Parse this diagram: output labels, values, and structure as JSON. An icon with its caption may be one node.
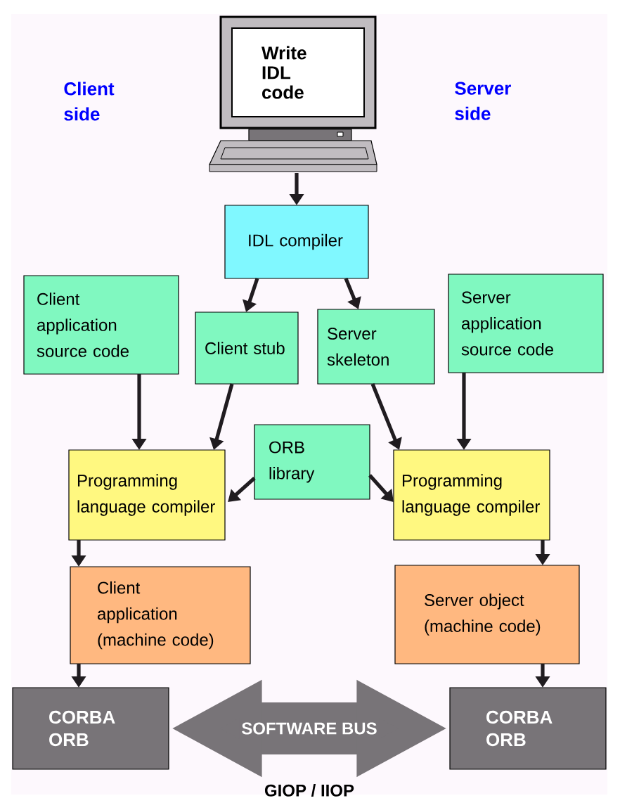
{
  "diagram": {
    "nodes": [
      {
        "text": [
          "Write IDL code"
        ]
      },
      {
        "text": [
          "IDL compiler"
        ]
      },
      {
        "text": [
          "Client application source code"
        ]
      },
      {
        "text": [
          "Client stub"
        ]
      },
      {
        "text": [
          "Server skeleton"
        ]
      },
      {
        "text": [
          "Server application source code"
        ]
      },
      {
        "text": [
          "Programming language compiler"
        ]
      },
      {
        "text": [
          "ORB library"
        ]
      },
      {
        "text": [
          "Programming language compiler"
        ]
      },
      {
        "text": [
          "Client application (machine code)"
        ]
      },
      {
        "text": [
          "Server object (machine code)"
        ]
      },
      {
        "text": [
          "CORBA ORB"
        ]
      },
      {
        "text": [
          "CORBA ORB"
        ]
      }
    ],
    "edges": [
      {
        "from": 0,
        "to": 1,
        "arrow": "to"
      },
      {
        "from": 1,
        "to": 3,
        "arrow": "to"
      },
      {
        "from": 1,
        "to": 4,
        "arrow": "to"
      },
      {
        "from": 2,
        "to": 6,
        "arrow": "to"
      },
      {
        "from": 3,
        "to": 6,
        "arrow": "to"
      },
      {
        "from": 4,
        "to": 8,
        "arrow": "to"
      },
      {
        "from": 5,
        "to": 8,
        "arrow": "to"
      },
      {
        "from": 7,
        "to": 6,
        "arrow": "to"
      },
      {
        "from": 7,
        "to": 8,
        "arrow": "to"
      },
      {
        "from": 6,
        "to": 9,
        "arrow": "to"
      },
      {
        "from": 8,
        "to": 10,
        "arrow": "to"
      },
      {
        "from": 9,
        "to": 11,
        "arrow": "to"
      },
      {
        "from": 10,
        "to": 12,
        "arrow": "to"
      },
      {
        "from": 11,
        "to": 12,
        "arrow": "both",
        "label": "SOFTWARE BUS",
        "style": "thick",
        "color": "#787478"
      }
    ],
    "labels": [
      "Client side",
      "Server side",
      "GIOP / IIOP"
    ]
  }
}
